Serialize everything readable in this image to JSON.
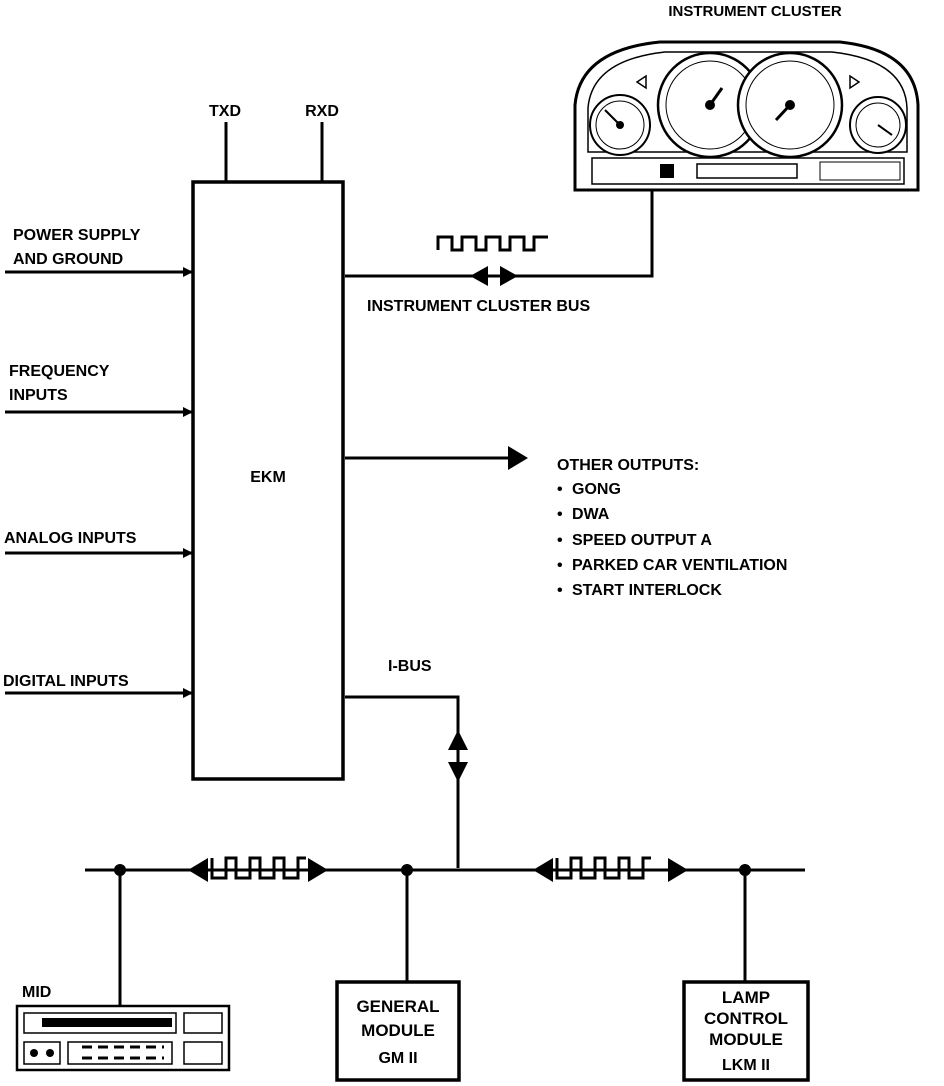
{
  "cluster_title": "INSTRUMENT CLUSTER",
  "ekm_label": "EKM",
  "txd_label": "TXD",
  "rxd_label": "RXD",
  "inputs": {
    "power_line1": "POWER SUPPLY",
    "power_line2": "AND GROUND",
    "freq_line1": "FREQUENCY",
    "freq_line2": "INPUTS",
    "analog": "ANALOG INPUTS",
    "digital": "DIGITAL  INPUTS"
  },
  "cluster_bus_label": "INSTRUMENT CLUSTER BUS",
  "other_outputs": {
    "title": "OTHER OUTPUTS:",
    "items": [
      "GONG",
      "DWA",
      "SPEED OUTPUT A",
      "PARKED CAR VENTILATION",
      "START INTERLOCK"
    ]
  },
  "ibus_label": "I-BUS",
  "mid_label": "MID",
  "general_module": {
    "line1": "GENERAL",
    "line2": "MODULE",
    "line3": "GM II"
  },
  "lamp_module": {
    "line1": "LAMP",
    "line2": "CONTROL",
    "line3": "MODULE",
    "line4": "LKM II"
  },
  "bullet": "•"
}
